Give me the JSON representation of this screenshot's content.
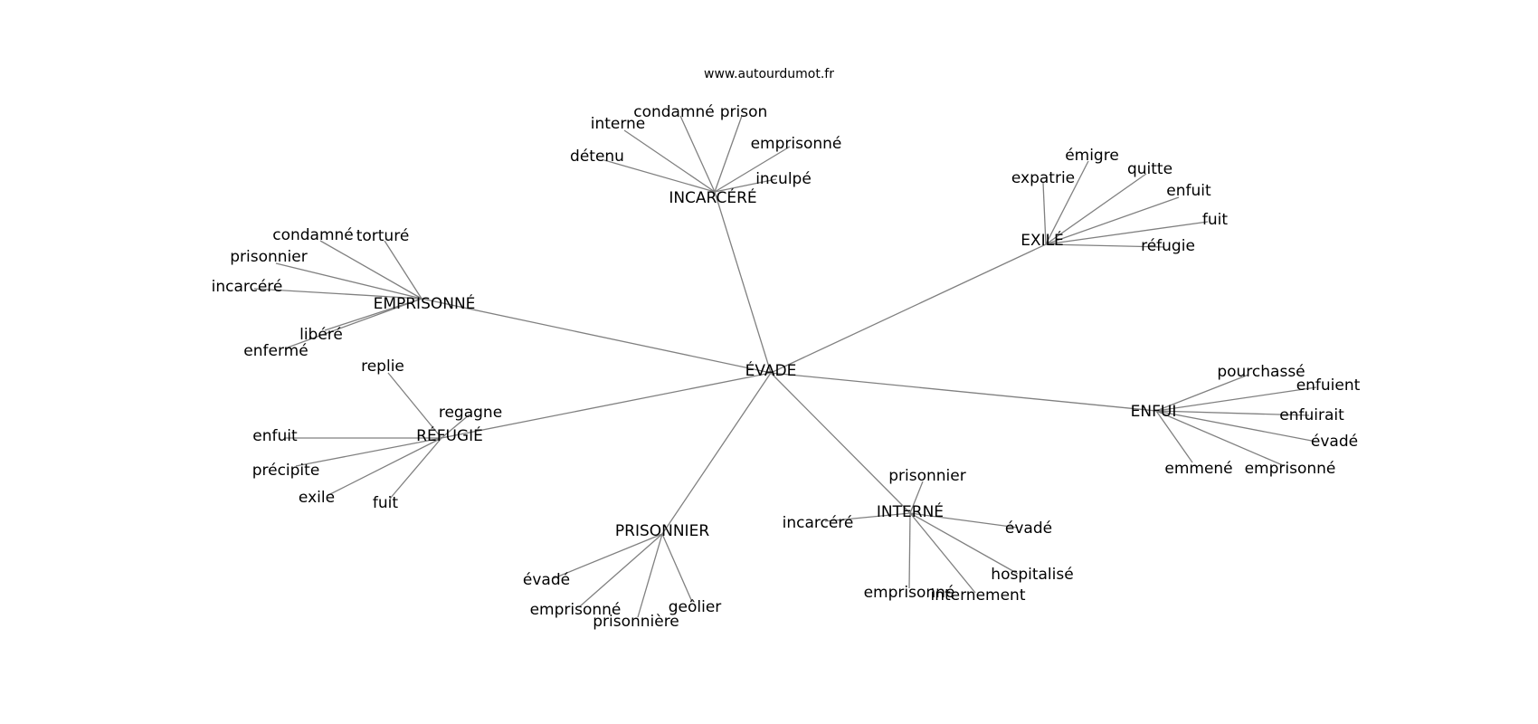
{
  "source_label": "www.autourdumot.fr",
  "center": {
    "label": "ÉVADE"
  },
  "clusters": [
    {
      "label": "INCARCÉRÉ",
      "leaves": [
        "interne",
        "condamné",
        "prison",
        "emprisonné",
        "inculpé",
        "détenu"
      ]
    },
    {
      "label": "EXILÉ",
      "leaves": [
        "émigre",
        "quitte",
        "expatrie",
        "enfuit",
        "fuit",
        "réfugie"
      ]
    },
    {
      "label": "EMPRISONNÉ",
      "leaves": [
        "condamné",
        "torturé",
        "prisonnier",
        "incarcéré",
        "libéré",
        "enfermé"
      ]
    },
    {
      "label": "ENFUI",
      "leaves": [
        "pourchassé",
        "enfuient",
        "enfuirait",
        "évadé",
        "emmené",
        "emprisonné"
      ]
    },
    {
      "label": "RÉFUGIÉ",
      "leaves": [
        "replie",
        "regagne",
        "enfuit",
        "précipite",
        "exile",
        "fuit"
      ]
    },
    {
      "label": "INTERNÉ",
      "leaves": [
        "prisonnier",
        "incarcéré",
        "évadé",
        "hospitalisé",
        "emprisonné",
        "internement"
      ]
    },
    {
      "label": "PRISONNIER",
      "leaves": [
        "évadé",
        "emprisonné",
        "prisonnière",
        "geôlier"
      ]
    }
  ]
}
